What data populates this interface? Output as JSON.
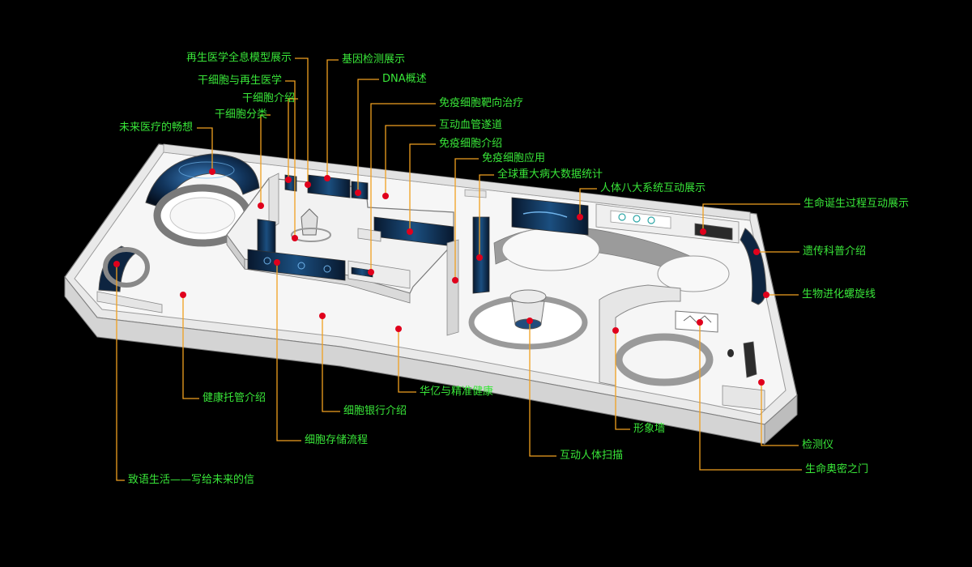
{
  "colors": {
    "background": "#000000",
    "label": "#39e639",
    "leader": "#f0a020",
    "dot": "#e0001c",
    "floor": "#f5f5f5",
    "wall": "#dcdcdc",
    "wall_edge": "#8c8c8c",
    "screen": "#0e2a4a",
    "screen_glow": "#3d8fd0",
    "ring": "#9a9a9a"
  },
  "labels": [
    {
      "id": "zaisheng-quanxi",
      "text": "再生医学全息模型展示"
    },
    {
      "id": "jiyin-jiance",
      "text": "基因检测展示"
    },
    {
      "id": "ganxibao-zaisheng",
      "text": "干细胞与再生医学"
    },
    {
      "id": "dna",
      "text": "DNA概述"
    },
    {
      "id": "ganxibao-jieshao",
      "text": "干细胞介绍"
    },
    {
      "id": "mianyi-baxiang",
      "text": "免疫细胞靶向治疗"
    },
    {
      "id": "ganxibao-fenlei",
      "text": "干细胞分类"
    },
    {
      "id": "weilai-changxiang",
      "text": "未来医疗的畅想"
    },
    {
      "id": "xueguan-suidao",
      "text": "互动血管遂道"
    },
    {
      "id": "mianyi-jieshao",
      "text": "免疫细胞介绍"
    },
    {
      "id": "mianyi-yingyong",
      "text": "免疫细胞应用"
    },
    {
      "id": "jibing-tongji",
      "text": "全球重大病大数据统计"
    },
    {
      "id": "renti-badaxitong",
      "text": "人体八大系统互动展示"
    },
    {
      "id": "shengming-dansheng",
      "text": "生命诞生过程互动展示"
    },
    {
      "id": "yichuan-kepu",
      "text": "遗传科普介绍"
    },
    {
      "id": "shengwu-luoxuan",
      "text": "生物进化螺旋线"
    },
    {
      "id": "jiankang-tuoguan",
      "text": "健康托管介绍"
    },
    {
      "id": "huayi-jingzhun",
      "text": "华亿与精准健康"
    },
    {
      "id": "xibao-yinhang",
      "text": "细胞银行介绍"
    },
    {
      "id": "xingxiang-qiang",
      "text": "形象墙"
    },
    {
      "id": "xibao-cunchu",
      "text": "细胞存储流程"
    },
    {
      "id": "jianceyi",
      "text": "检测仪"
    },
    {
      "id": "hudong-saomiao",
      "text": "互动人体扫描"
    },
    {
      "id": "shengming-aomi",
      "text": "生命奥密之门"
    },
    {
      "id": "zhiyu-shenghuo",
      "text": "致语生活——写给未来的信"
    }
  ]
}
